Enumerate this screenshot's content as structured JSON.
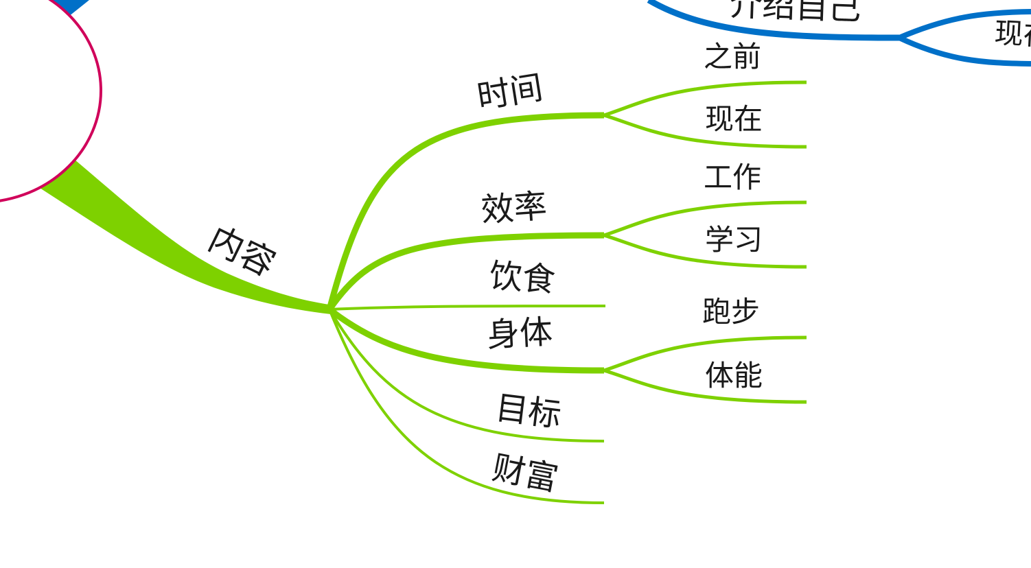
{
  "colors": {
    "content_branch": "#7ed100",
    "intro_branch": "#0070c8",
    "central_topic_outline": "#d0005a",
    "text": "#1a1a1a"
  },
  "central_topic": {
    "label": ""
  },
  "intro_branch": {
    "label": "介绍自己",
    "children": [
      "现在"
    ]
  },
  "content_branch": {
    "label": "内容",
    "children": [
      {
        "label": "时间",
        "children": [
          "之前",
          "现在"
        ]
      },
      {
        "label": "效率",
        "children": [
          "工作",
          "学习"
        ]
      },
      {
        "label": "饮食",
        "children": []
      },
      {
        "label": "身体",
        "children": [
          "跑步",
          "体能"
        ]
      },
      {
        "label": "目标",
        "children": []
      },
      {
        "label": "财富",
        "children": []
      }
    ]
  }
}
